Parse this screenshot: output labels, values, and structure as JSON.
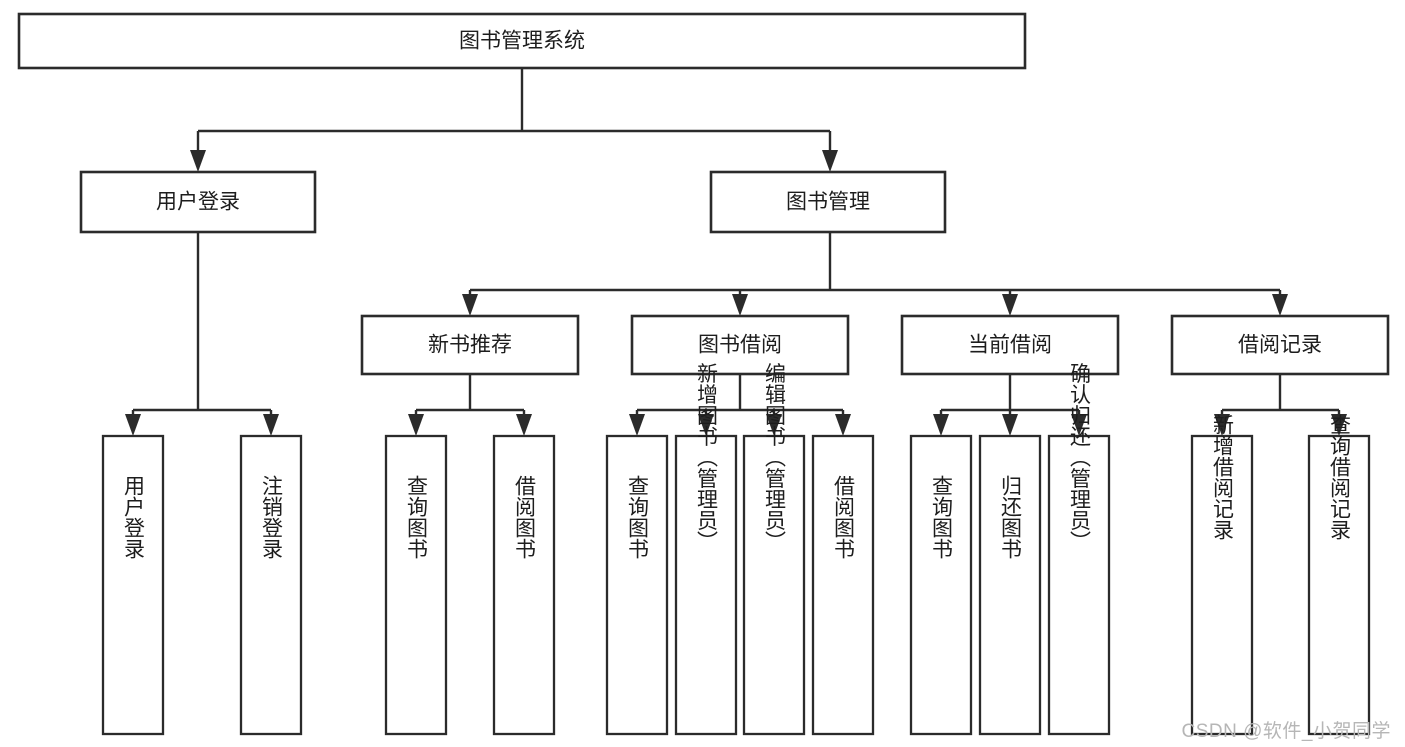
{
  "diagram": {
    "type": "tree-hierarchy",
    "title": "图书管理系统",
    "watermark": "CSDN @软件_小贺同学",
    "colors": {
      "box_stroke": "#2b2b2b",
      "box_fill": "#ffffff",
      "connector": "#2b2b2b",
      "text": "#1d1d1d",
      "background": "#ffffff",
      "watermark": "#b6b6b6"
    },
    "levels": {
      "root": {
        "label": "图书管理系统"
      },
      "level2": [
        {
          "label": "用户登录"
        },
        {
          "label": "图书管理"
        }
      ],
      "level3": [
        {
          "label": "新书推荐"
        },
        {
          "label": "图书借阅"
        },
        {
          "label": "当前借阅"
        },
        {
          "label": "借阅记录"
        }
      ]
    },
    "leaves": {
      "user_login": [
        {
          "label": "用户登录"
        },
        {
          "label": "注销登录"
        }
      ],
      "new_book_recommend": [
        {
          "label": "查询图书"
        },
        {
          "label": "借阅图书"
        }
      ],
      "book_borrow": [
        {
          "label": "查询图书"
        },
        {
          "label": "新增图书（管理员）"
        },
        {
          "label": "编辑图书（管理员）"
        },
        {
          "label": "借阅图书"
        }
      ],
      "current_borrow": [
        {
          "label": "查询图书"
        },
        {
          "label": "归还图书"
        },
        {
          "label": "确认归还（管理员）"
        }
      ],
      "borrow_record": [
        {
          "label": "新增借阅记录"
        },
        {
          "label": "查询借阅记录"
        }
      ]
    }
  }
}
